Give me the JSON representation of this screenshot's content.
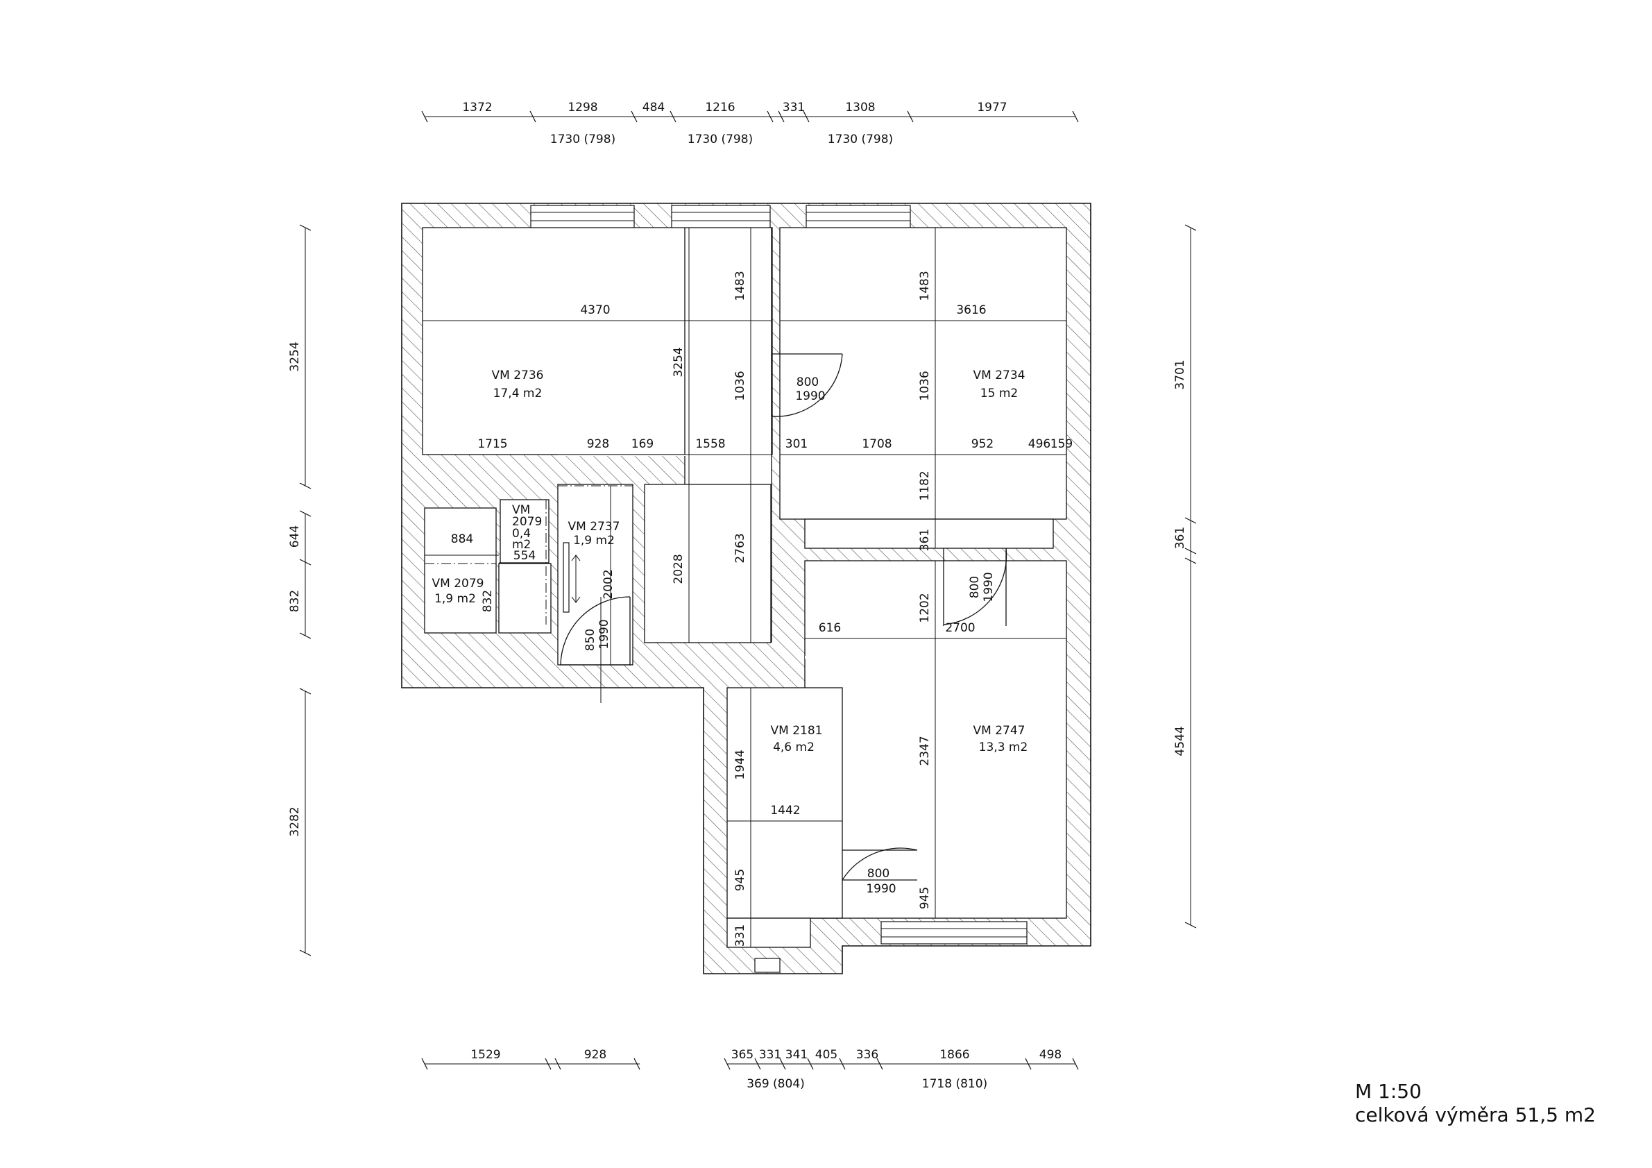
{
  "plan": {
    "scale": "M 1:50",
    "total_area": "celková výměra 51,5 m2"
  },
  "rooms": [
    {
      "id": "VM 2736",
      "area": "17,4 m2"
    },
    {
      "id": "VM 2734",
      "area": "15 m2"
    },
    {
      "id": "VM 2737",
      "area": "1,9 m2"
    },
    {
      "id": "VM 2079",
      "area": "1,9 m2"
    },
    {
      "id_lines": [
        "VM",
        "2079",
        "0,4",
        "m2"
      ]
    },
    {
      "id": "VM 2181",
      "area": "4,6 m2"
    },
    {
      "id": "VM 2747",
      "area": "13,3 m2"
    }
  ],
  "dimensions": {
    "top_row1": [
      "1372",
      "1298",
      "484",
      "1216",
      "331",
      "1308",
      "1977"
    ],
    "top_row2": [
      "1730 (798)",
      "1730 (798)",
      "1730 (798)"
    ],
    "bottom_row1": [
      "1529",
      "928",
      "365",
      "331",
      "341",
      "405",
      "336",
      "1866",
      "498"
    ],
    "bottom_row2": [
      "369 (804)",
      "1718 (810)"
    ],
    "left": [
      "3254",
      "644",
      "832",
      "3282"
    ],
    "right": [
      "3701",
      "361",
      "4544"
    ],
    "inner": {
      "w_2736": "4370",
      "w_2734": "3616",
      "h_2736_top": "1483",
      "h_2736_mid": "1036",
      "h_2734_top": "1483",
      "h_2734_mid": "1036",
      "h_2736_full": "3254",
      "row_left": [
        "1715",
        "928",
        "169",
        "1558"
      ],
      "row_right": [
        "301",
        "1708",
        "952",
        "496",
        "159"
      ],
      "h_1182": "1182",
      "h_361": "361",
      "h_2763": "2763",
      "h_2028": "2028",
      "h_2002": "2002",
      "w_884": "884",
      "w_554": "554",
      "h_832": "832",
      "w_616": "616",
      "w_2700": "2700",
      "h_1202": "1202",
      "h_2347": "2347",
      "h_945_right": "945",
      "w_1442": "1442",
      "h_1944": "1944",
      "h_945_left": "945",
      "h_331": "331"
    },
    "doors": [
      {
        "w": "800",
        "h": "1990"
      },
      {
        "w": "800",
        "h": "1990"
      },
      {
        "w": "850",
        "h": "1990"
      },
      {
        "w": "800",
        "h": "1990"
      }
    ]
  }
}
